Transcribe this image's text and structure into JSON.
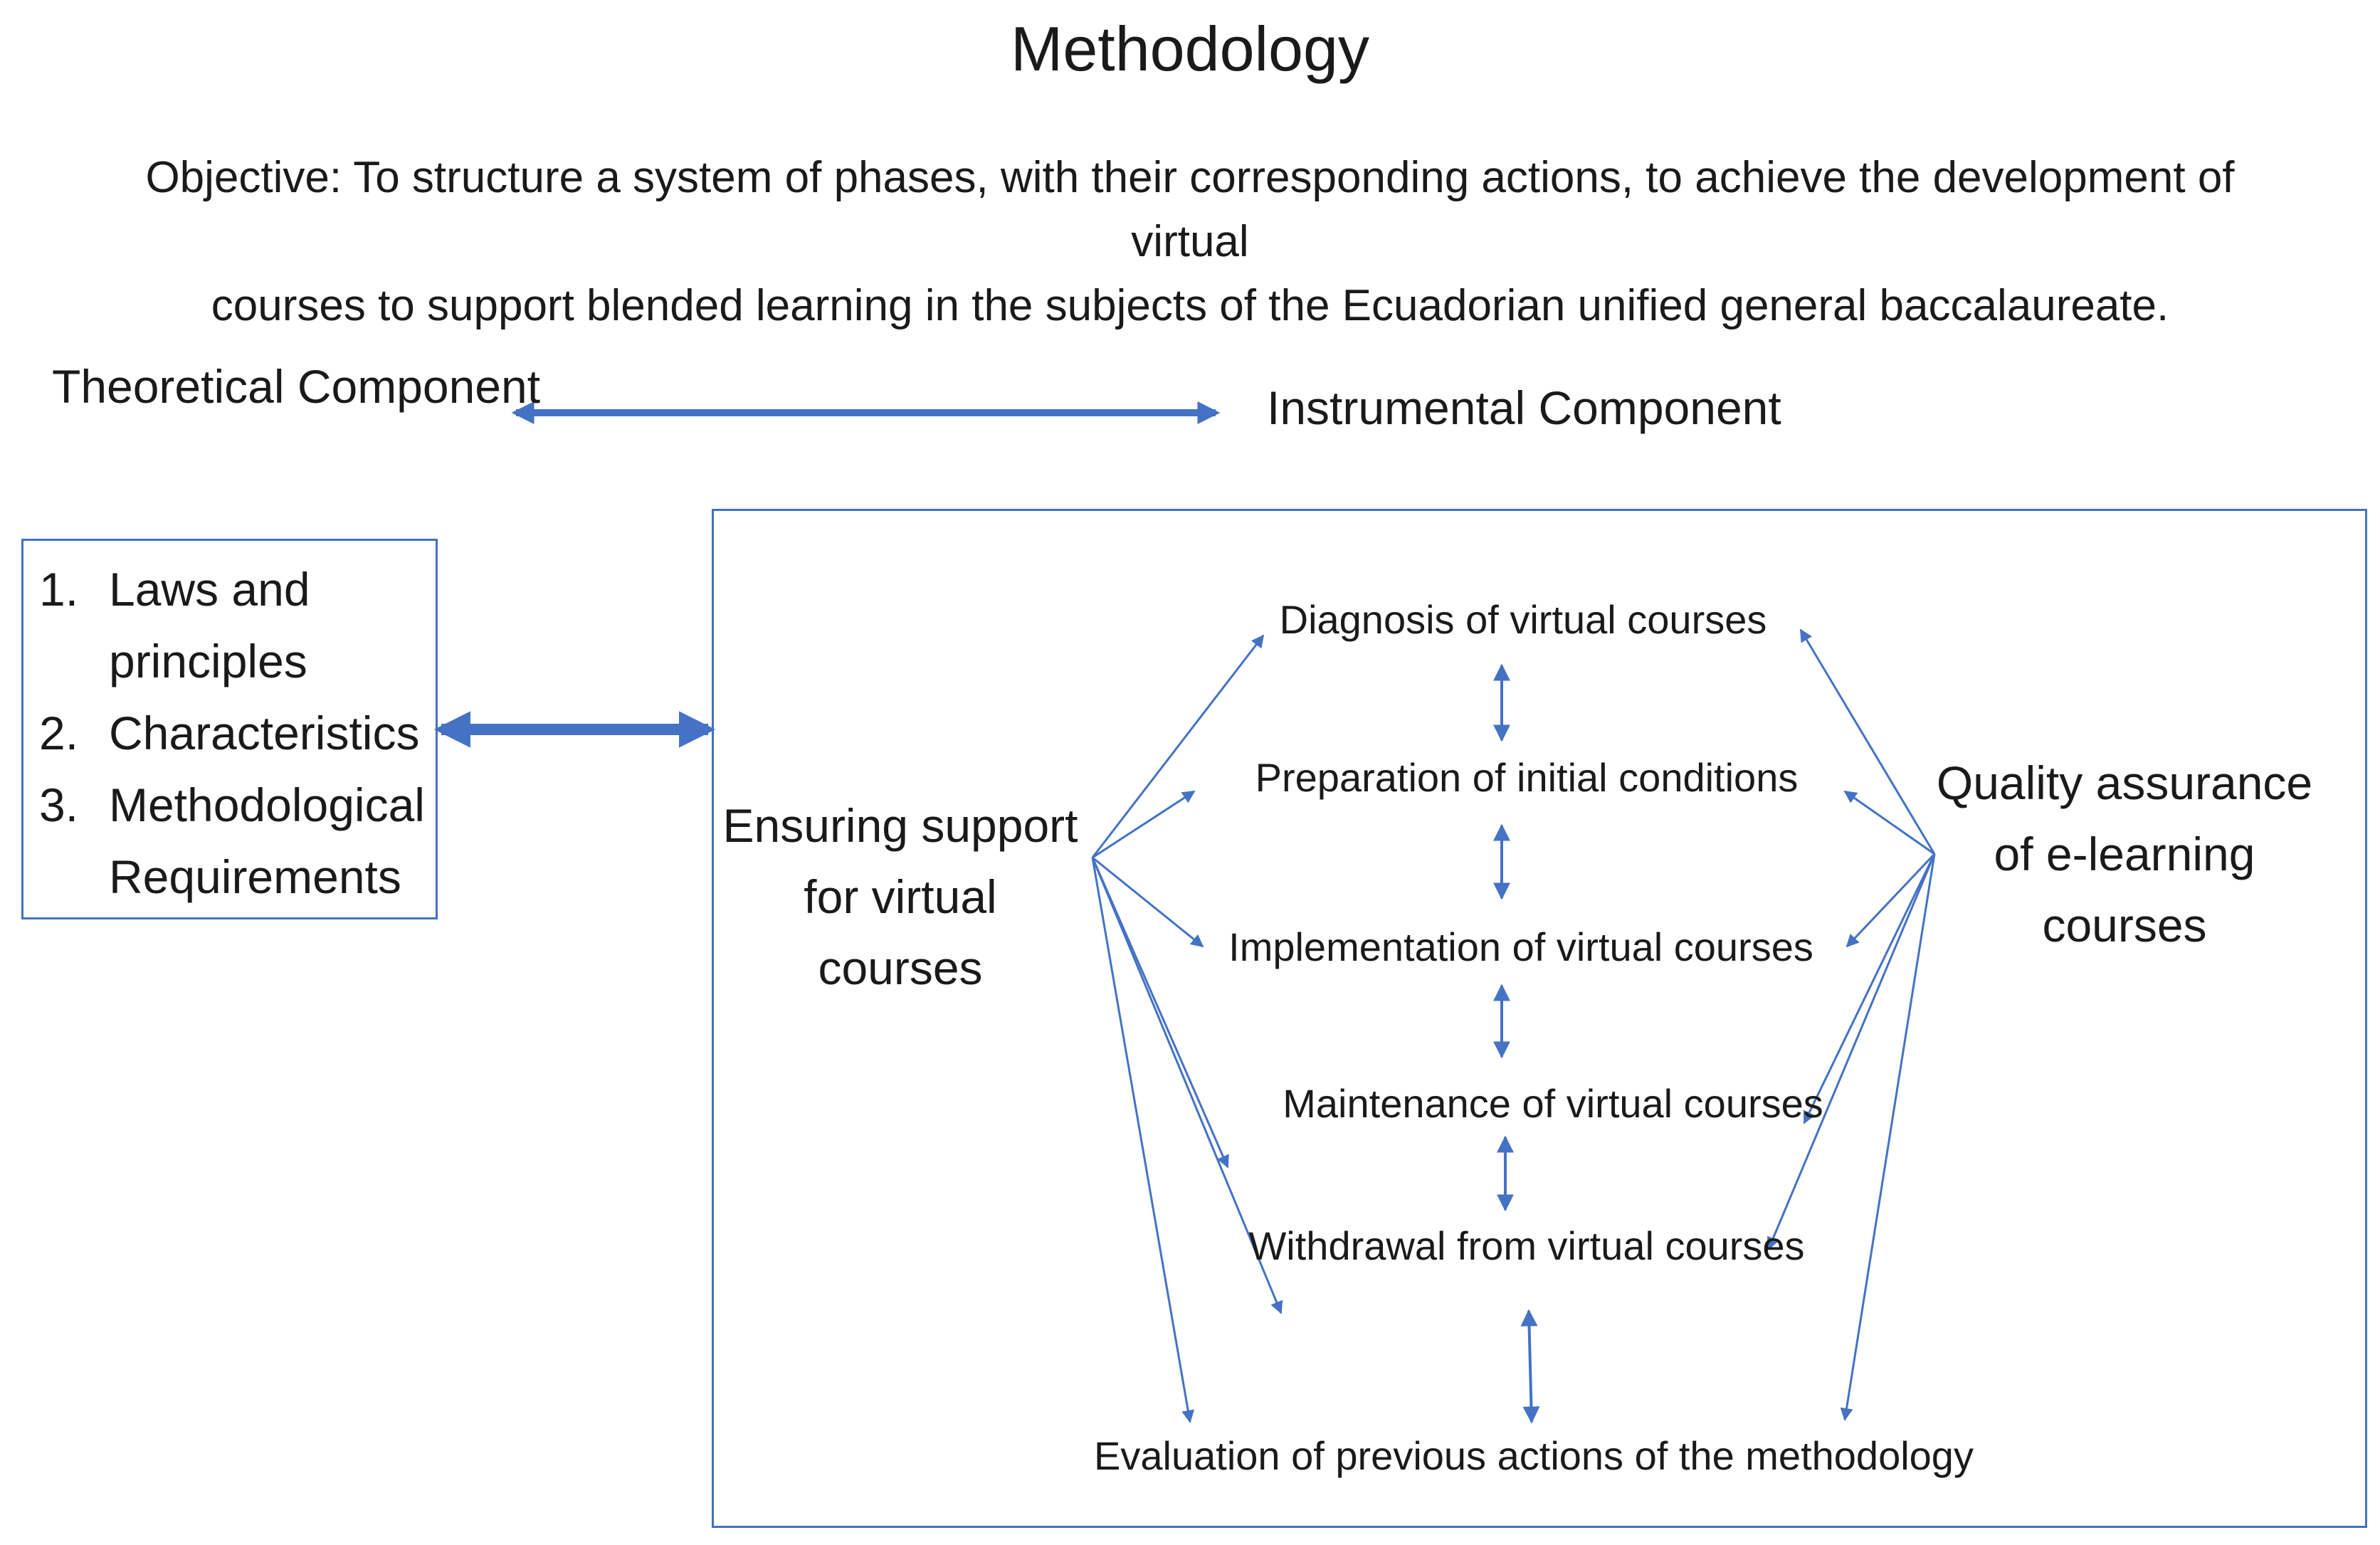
{
  "title": "Methodology",
  "objective": {
    "line1": "Objective: To structure a system of phases, with their corresponding actions, to achieve the development of virtual",
    "line2": "courses to support blended learning in the subjects of the Ecuadorian unified general baccalaureate."
  },
  "components": {
    "theoretical": "Theoretical Component",
    "instrumental": "Instrumental Component"
  },
  "theoretical_items": [
    {
      "num": "1.",
      "line1": "Laws and",
      "line2": "principles"
    },
    {
      "num": "2.",
      "line1": "Characteristics"
    },
    {
      "num": "3.",
      "line1": "Methodological",
      "line2": "Requirements"
    }
  ],
  "support": {
    "line1": "Ensuring support",
    "line2": "for virtual courses"
  },
  "quality": {
    "line1": "Quality assurance",
    "line2": "of e-learning",
    "line3": "courses"
  },
  "phases": [
    "Diagnosis of virtual courses",
    "Preparation of initial conditions",
    "Implementation of virtual courses",
    "Maintenance of virtual courses",
    "Withdrawal from virtual courses",
    "Evaluation of previous actions of the methodology"
  ],
  "colors": {
    "accent": "#4472c4",
    "text": "#1a1a1a"
  }
}
